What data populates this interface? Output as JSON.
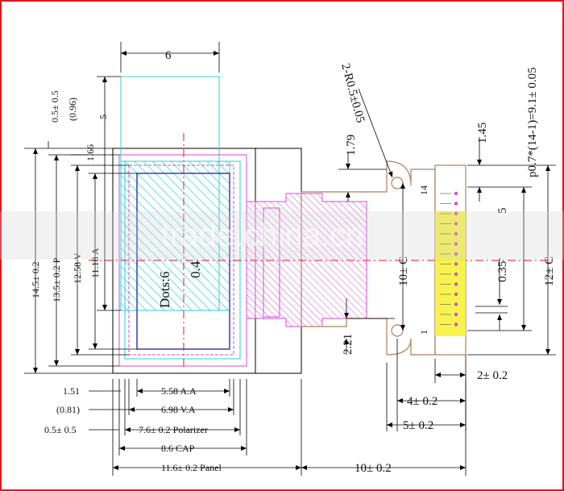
{
  "drawing": {
    "dims_top": {
      "width_6": "6",
      "pitch_label": "p0.7*(14-1)=9.1± 0.05",
      "d_1_45": "1.45",
      "d_1_79": "1.79",
      "d_r2": "2-R0.5±0.05"
    },
    "dims_left": {
      "d_0_5": "0.5± 0.5",
      "d_0_96": "(0.96)",
      "d_5": "5",
      "d_1_66": "1.66",
      "d_14_5": "14.5± 0.2",
      "d_13_5": "13.5± 0.2 P",
      "d_12_58": "12.58 V",
      "d_11_18": "11.18 A"
    },
    "dims_bottom": {
      "d_1_51": "1.51",
      "d_5_58": "5.58 A.A",
      "d_0_81": "(0.81)",
      "d_6_98": "6.98 V.A",
      "d_0_5b": "0.5± 0.5",
      "d_7_6": "7.6± 0.2 Polarizer",
      "d_8_6": "8.6 CAP",
      "d_11_6": "11.6± 0.2 Panel",
      "d_10": "10± 0.2"
    },
    "dims_right": {
      "d_2_21": "2.21",
      "d_10_c": "10± C",
      "d_0_35": "0.35",
      "d_12_c": "12± C",
      "d_5r": "5",
      "d_2": "2± 0.2",
      "d_4": "4± 0.2",
      "d_5b": "5± 0.2"
    },
    "display_text": {
      "dots": "Dots:6",
      "dots2": "0.4"
    },
    "pins": {
      "first": "1",
      "last": "14"
    },
    "watermark": "trade.china.cn"
  },
  "colors": {
    "frame": "#e8141b",
    "cyan": "#29d0d8",
    "magenta": "#d54ad8",
    "blue": "#3a3ab8",
    "red_center": "#e8141b",
    "yellow": "#f6f23a",
    "brown": "#b0805a"
  }
}
